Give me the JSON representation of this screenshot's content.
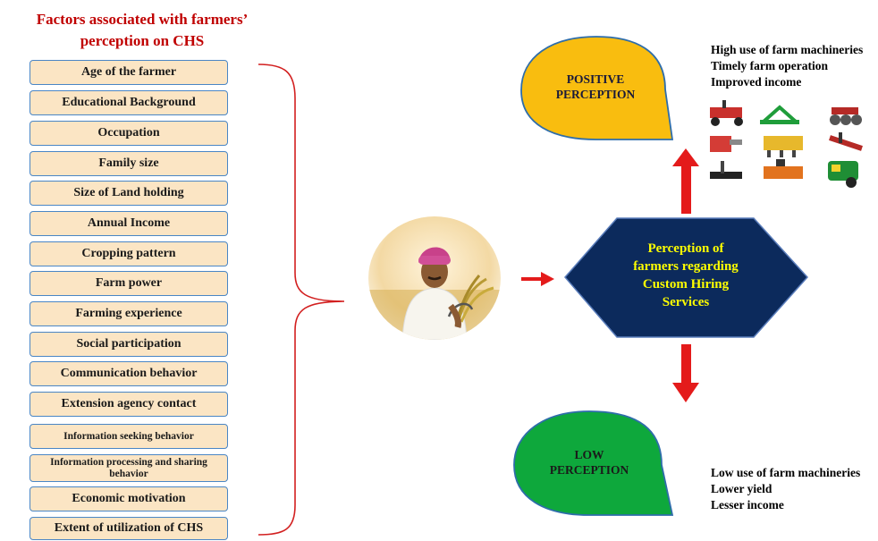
{
  "title_line1": "Factors associated with farmers’",
  "title_line2": "perception on CHS",
  "factors": [
    "Age of the farmer",
    "Educational Background",
    "Occupation",
    "Family size",
    "Size of Land holding",
    "Annual Income",
    "Cropping pattern",
    "Farm power",
    "Farming experience",
    "Social participation",
    "Communication behavior",
    "Extension agency contact",
    "Information seeking behavior",
    "Information processing and sharing behavior",
    "Economic motivation",
    "Extent of utilization of CHS"
  ],
  "center_lines": [
    "Perception of",
    "farmers regarding",
    "Custom Hiring",
    "Services"
  ],
  "positive_line1": "POSITIVE",
  "positive_line2": "PERCEPTION",
  "low_line1": "LOW",
  "low_line2": "PERCEPTION",
  "positive_outcomes": [
    "High use of farm machineries",
    "Timely farm operation",
    "Improved income"
  ],
  "low_outcomes": [
    "Low use of farm machineries",
    "Lower yield",
    "Lesser income"
  ],
  "colors": {
    "title": "#c00000",
    "factor_fill": "#fbe5c4",
    "factor_border": "#4a86c5",
    "brace": "#d21f1f",
    "arrow": "#e41b1b",
    "hexagon": "#0c2a5c",
    "hexagon_text": "#ffff00",
    "positive_bubble": "#f9bd0f",
    "low_bubble": "#0ea83c"
  }
}
